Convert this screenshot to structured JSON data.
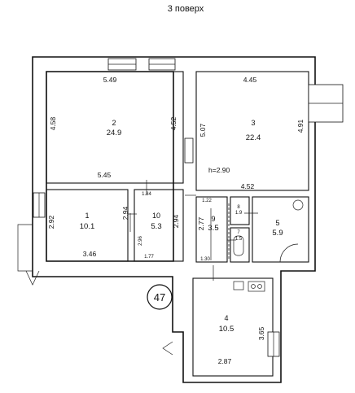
{
  "header": {
    "title": "3 поверх"
  },
  "plan_number": "47",
  "ceiling_height": "h=2.90",
  "rooms": [
    {
      "num": "2",
      "area": "24.9"
    },
    {
      "num": "3",
      "area": "22.4"
    },
    {
      "num": "1",
      "area": "10.1"
    },
    {
      "num": "10",
      "area": "5.3"
    },
    {
      "num": "9",
      "area": "3.5"
    },
    {
      "num": "5",
      "area": "5.9"
    },
    {
      "num": "4",
      "area": "10.5"
    },
    {
      "num": "8",
      "area": "1.9"
    },
    {
      "num": "7",
      "area": "1.5"
    }
  ],
  "dimensions": {
    "r2_top": "5.49",
    "r2_left": "4.58",
    "r2_right": "4.52",
    "r2_bottom": "5.45",
    "r3_top": "4.45",
    "r3_left": "5.07",
    "r3_right": "4.91",
    "r3_bottom": "4.52",
    "r1_left": "2.92",
    "r1_right": "2.94",
    "r1_bottom": "3.46",
    "r10_top": "1.84",
    "r10_left": "2.96",
    "r10_right": "2.94",
    "r10_bottom": "1.77",
    "r9_top": "1.22",
    "r9_left": "2.77",
    "r4_top": "1.30",
    "r4_right": "3.65",
    "r4_bottom": "2.87"
  }
}
